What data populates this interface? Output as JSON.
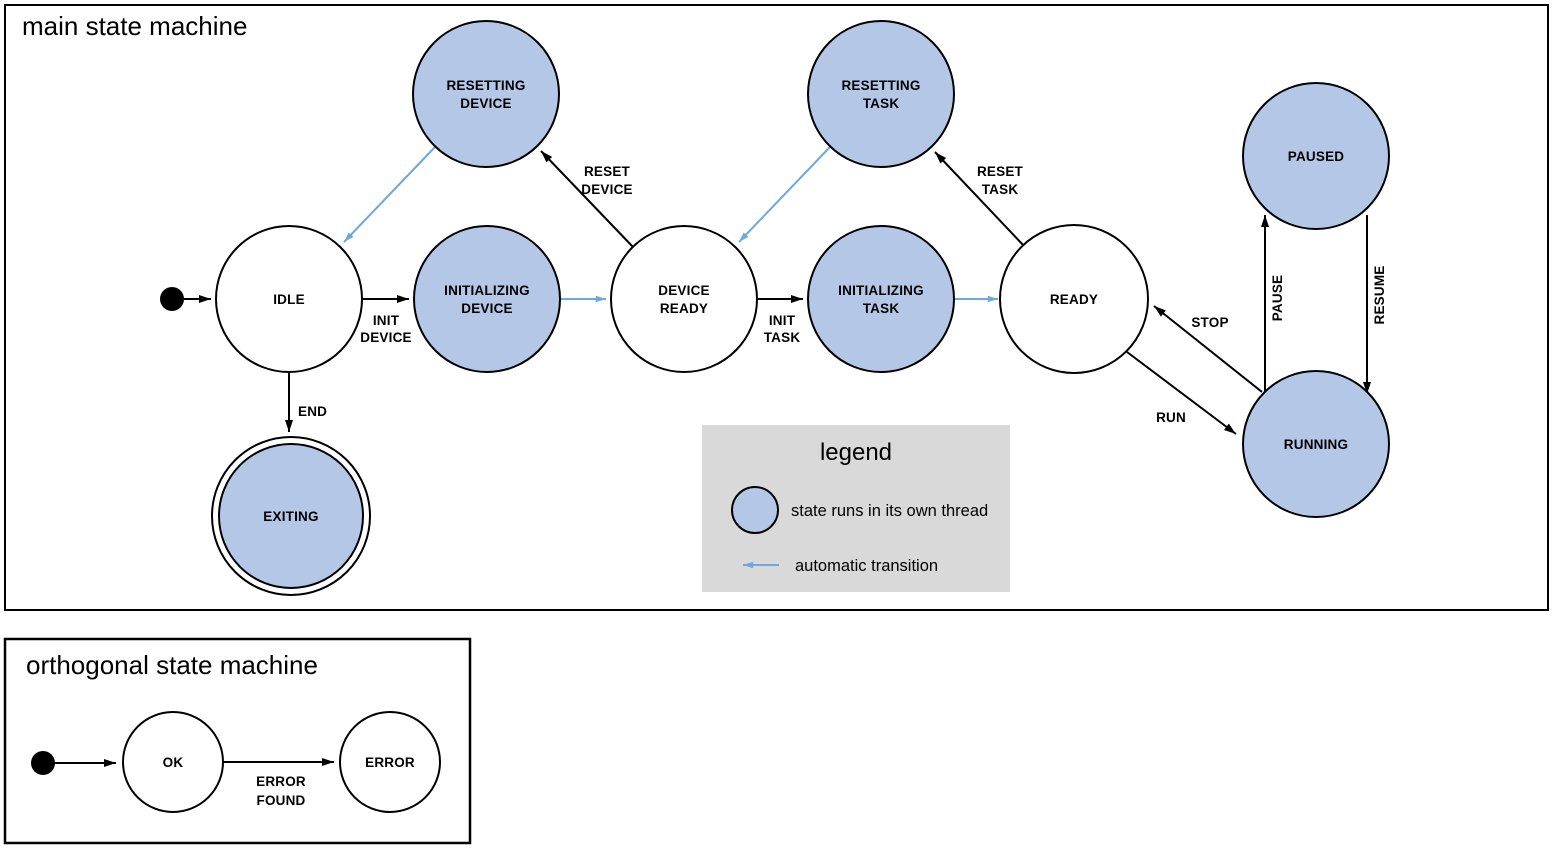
{
  "colors": {
    "thread_fill": "#b4c7e7",
    "auto_arrow": "#6fa8dc",
    "legend_bg": "#d9d9d9",
    "line": "#000000"
  },
  "main": {
    "title": "main state machine",
    "states": {
      "idle": "IDLE",
      "resetting_device": [
        "RESETTING",
        "DEVICE"
      ],
      "initializing_device": [
        "INITIALIZING",
        "DEVICE"
      ],
      "device_ready": [
        "DEVICE",
        "READY"
      ],
      "resetting_task": [
        "RESETTING",
        "TASK"
      ],
      "initializing_task": [
        "INITIALIZING",
        "TASK"
      ],
      "ready": "READY",
      "paused": "PAUSED",
      "running": "RUNNING",
      "exiting": "EXITING"
    },
    "transitions": {
      "init_device": [
        "INIT",
        "DEVICE"
      ],
      "reset_device": [
        "RESET",
        "DEVICE"
      ],
      "init_task": [
        "INIT",
        "TASK"
      ],
      "reset_task": [
        "RESET",
        "TASK"
      ],
      "end": "END",
      "run": "RUN",
      "stop": "STOP",
      "pause": "PAUSE",
      "resume": "RESUME"
    }
  },
  "legend": {
    "title": "legend",
    "thread_item": "state runs in its own thread",
    "auto_item": "automatic transition"
  },
  "orthogonal": {
    "title": "orthogonal state machine",
    "states": {
      "ok": "OK",
      "error": "ERROR"
    },
    "transitions": {
      "error_found": [
        "ERROR",
        "FOUND"
      ]
    }
  }
}
